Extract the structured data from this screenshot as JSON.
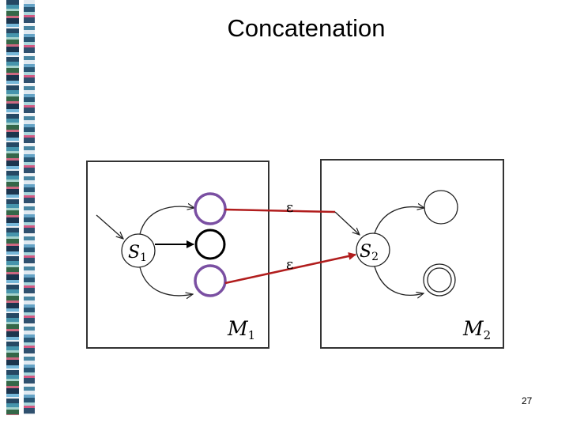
{
  "title": "Concatenation",
  "page_number": "27",
  "diagram": {
    "m1": {
      "start_state": "S",
      "start_sub": "1",
      "machine": "M",
      "machine_sub": "1"
    },
    "m2": {
      "start_state": "S",
      "start_sub": "2",
      "machine": "M",
      "machine_sub": "2"
    },
    "epsilon_top": "ε",
    "epsilon_bottom": "ε"
  },
  "colors": {
    "accept_ring": "#7a4fa2",
    "epsilon_arrow": "#b11d1d"
  }
}
